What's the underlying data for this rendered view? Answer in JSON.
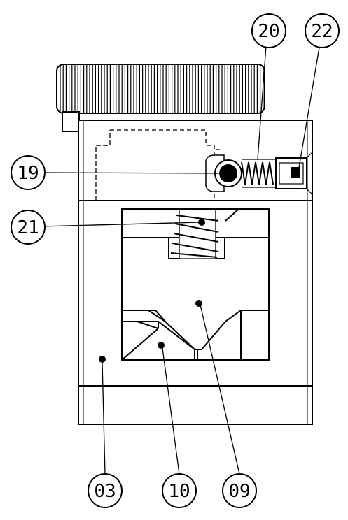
{
  "labels": {
    "l20": "20",
    "l22": "22",
    "l19": "19",
    "l21": "21",
    "l03": "03",
    "l10": "10",
    "l09": "09"
  }
}
